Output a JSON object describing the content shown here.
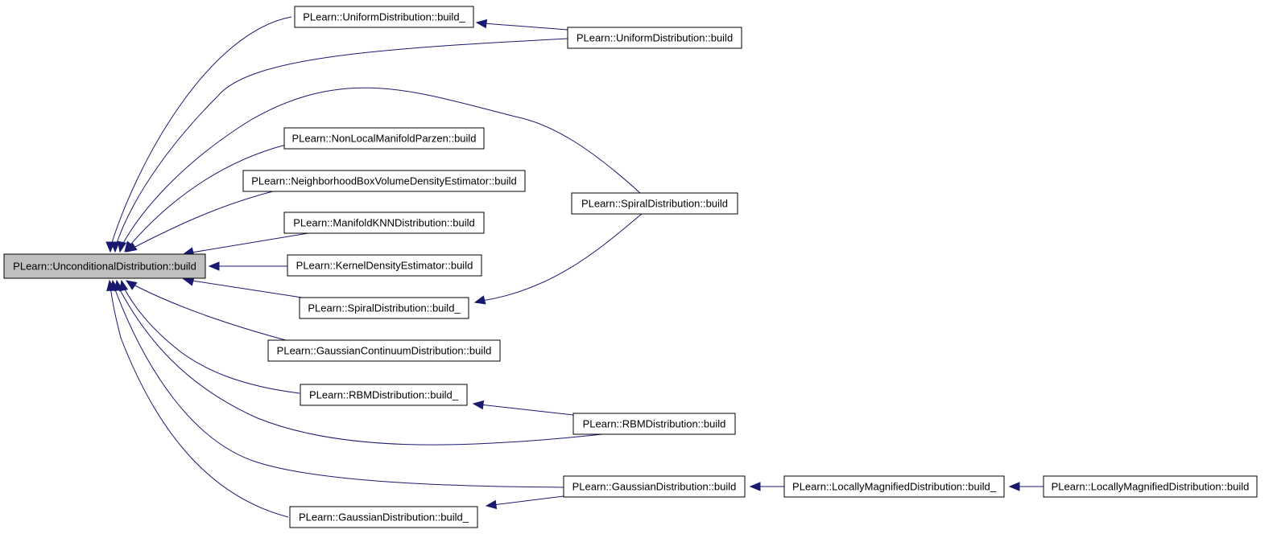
{
  "diagram": {
    "colors": {
      "node_fill": "#ffffff",
      "root_fill": "#bfbfbf",
      "node_stroke": "#000000",
      "edge": "#191970"
    },
    "nodes": [
      {
        "id": "root",
        "label": "PLearn::UnconditionalDistribution::build",
        "root": true
      },
      {
        "id": "uniform_build_",
        "label": "PLearn::UniformDistribution::build_"
      },
      {
        "id": "uniform_build",
        "label": "PLearn::UniformDistribution::build"
      },
      {
        "id": "nlmp_build",
        "label": "PLearn::NonLocalManifoldParzen::build"
      },
      {
        "id": "nbvde_build",
        "label": "PLearn::NeighborhoodBoxVolumeDensityEstimator::build"
      },
      {
        "id": "mknn_build",
        "label": "PLearn::ManifoldKNNDistribution::build"
      },
      {
        "id": "kde_build",
        "label": "PLearn::KernelDensityEstimator::build"
      },
      {
        "id": "spiral_build_",
        "label": "PLearn::SpiralDistribution::build_"
      },
      {
        "id": "spiral_build",
        "label": "PLearn::SpiralDistribution::build"
      },
      {
        "id": "gcd_build",
        "label": "PLearn::GaussianContinuumDistribution::build"
      },
      {
        "id": "rbm_build_",
        "label": "PLearn::RBMDistribution::build_"
      },
      {
        "id": "rbm_build",
        "label": "PLearn::RBMDistribution::build"
      },
      {
        "id": "gauss_build",
        "label": "PLearn::GaussianDistribution::build"
      },
      {
        "id": "gauss_build_",
        "label": "PLearn::GaussianDistribution::build_"
      },
      {
        "id": "lmd_build_",
        "label": "PLearn::LocallyMagnifiedDistribution::build_"
      },
      {
        "id": "lmd_build",
        "label": "PLearn::LocallyMagnifiedDistribution::build"
      }
    ],
    "edges": [
      {
        "from": "uniform_build_",
        "to": "root"
      },
      {
        "from": "uniform_build",
        "to": "root"
      },
      {
        "from": "uniform_build",
        "to": "uniform_build_"
      },
      {
        "from": "spiral_build",
        "to": "root"
      },
      {
        "from": "nlmp_build",
        "to": "root"
      },
      {
        "from": "nbvde_build",
        "to": "root"
      },
      {
        "from": "mknn_build",
        "to": "root"
      },
      {
        "from": "kde_build",
        "to": "root"
      },
      {
        "from": "spiral_build_",
        "to": "root"
      },
      {
        "from": "spiral_build",
        "to": "spiral_build_"
      },
      {
        "from": "gcd_build",
        "to": "root"
      },
      {
        "from": "rbm_build_",
        "to": "root"
      },
      {
        "from": "rbm_build",
        "to": "rbm_build_"
      },
      {
        "from": "rbm_build",
        "to": "root"
      },
      {
        "from": "gauss_build",
        "to": "root"
      },
      {
        "from": "gauss_build_",
        "to": "root"
      },
      {
        "from": "gauss_build",
        "to": "gauss_build_"
      },
      {
        "from": "lmd_build_",
        "to": "gauss_build"
      },
      {
        "from": "lmd_build",
        "to": "lmd_build_"
      }
    ]
  }
}
